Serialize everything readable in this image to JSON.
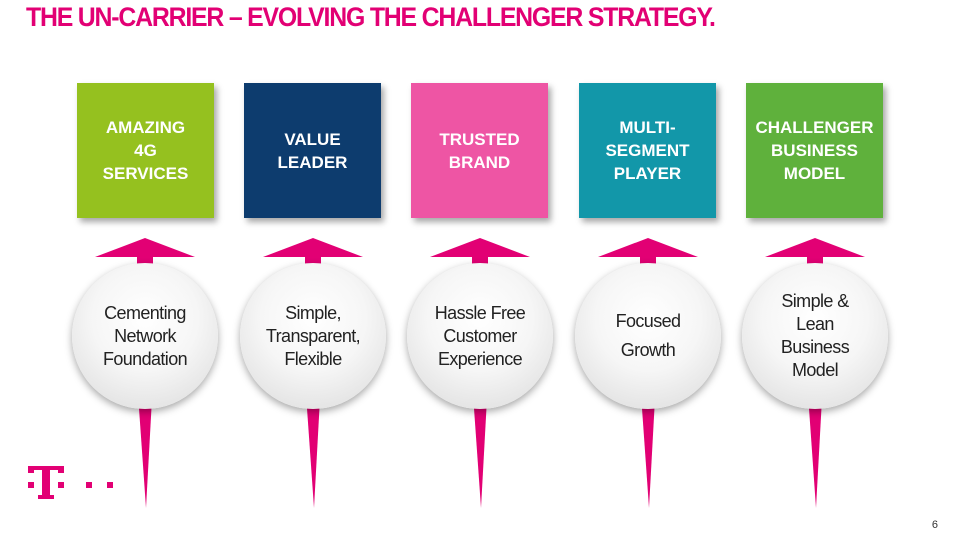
{
  "slide": {
    "title": "THE UN-CARRIER – EVOLVING THE CHALLENGER STRATEGY.",
    "page_number": "6",
    "brand_color": "#e20074"
  },
  "boxes": [
    {
      "label": "AMAZING\n4G\nSERVICES",
      "color": "#95c11f"
    },
    {
      "label": "VALUE\nLEADER",
      "color": "#0d3c6e"
    },
    {
      "label": "TRUSTED\nBRAND",
      "color": "#ee55a4"
    },
    {
      "label": "MULTI-\nSEGMENT\nPLAYER",
      "color": "#1297a9"
    },
    {
      "label": "CHALLENGER\nBUSINESS\nMODEL",
      "color": "#5fb13c"
    }
  ],
  "pillars": [
    {
      "label": "Cementing\nNetwork\nFoundation"
    },
    {
      "label": "Simple,\nTransparent,\nFlexible"
    },
    {
      "label": "Hassle Free\nCustomer\nExperience"
    },
    {
      "label": "Focused\nGrowth"
    },
    {
      "label": "Simple &\nLean\nBusiness\nModel"
    }
  ],
  "logo": {
    "icon": "telekom-t-logo-icon",
    "color": "#e20074"
  }
}
